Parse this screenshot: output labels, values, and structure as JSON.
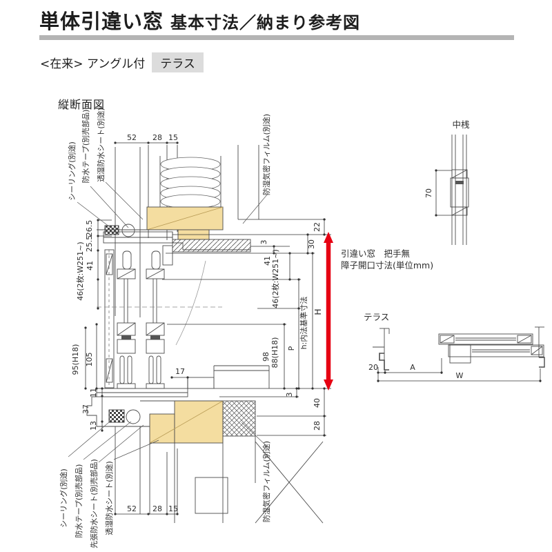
{
  "header": {
    "title_main": "単体引違い窓",
    "title_sub": "基本寸法／納まり参考図",
    "variant": "<在来> アングル付",
    "variant_tag": "テラス"
  },
  "labels": {
    "vertical_section": "縦断面図",
    "middle_rail": "中桟",
    "terrace": "テラス",
    "note_line1": "引違い窓　把手無",
    "note_line2": "障子開口寸法(単位mm)"
  },
  "annotations": {
    "top_sealing": "シーリング(別途)",
    "top_tape": "防水テープ(別売部品)",
    "top_sheet": "透湿防水シート(別途)",
    "top_film": "防湿気密フィルム(別途)",
    "bottom_sealing": "シーリング(別途)",
    "bottom_tape": "防水テープ(別売部品)",
    "bottom_sakibari": "先張防水シート(別売部品)",
    "bottom_sheet": "透湿防水シート(別途)",
    "bottom_film": "防湿気密フィルム(別途)"
  },
  "dims": {
    "top_52": "52",
    "top_28": "28",
    "top_15": "15",
    "bottom_52": "52",
    "bottom_28": "28",
    "bottom_15": "15",
    "left_26_5": "26.5",
    "left_25_5": "25.5",
    "left_41": "41",
    "left_46": "46(2枚:W251~)",
    "left_95": "95(H18)",
    "left_105": "105",
    "left_11": "11",
    "left_37": "37",
    "left_13": "13",
    "right_22": "22",
    "right_30": "30",
    "right_3a": "3",
    "right_41": "41",
    "right_46": "46(2枚:W251~)",
    "right_h": "h:内法基準寸法",
    "right_P": "P",
    "right_98": "98",
    "right_88": "88(H18)",
    "right_H": "H",
    "right_3b": "3",
    "right_40": "40",
    "right_28": "28",
    "gap_17": "17",
    "rail_70": "70",
    "terrace_20": "20",
    "terrace_A": "A",
    "terrace_W": "W"
  },
  "colors": {
    "wood": "#F4DDA0",
    "red": "#E60012",
    "rule_gray": "#B4B4B4",
    "chip_gray": "#DCDCDC",
    "line": "#4A4A4A"
  }
}
